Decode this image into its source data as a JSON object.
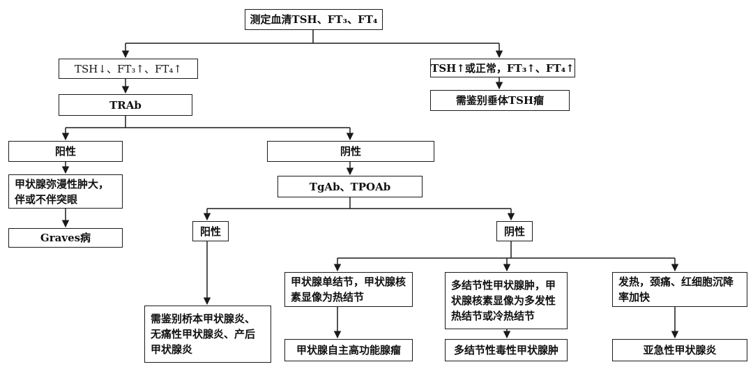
{
  "nodes": {
    "root": "测定血清TSH、FT₃、FT₄",
    "left1": "TSH↓、FT₃↑、FT₄↑",
    "right1": "TSH↑或正常，FT₃↑、FT₄↑",
    "right2": "需鉴别垂体TSH瘤",
    "trab": "TRAb",
    "trab_pos": "阳性",
    "trab_neg": "阴性",
    "diffuse": "甲状腺弥漫性肿大，伴或不伴突眼",
    "graves": "Graves病",
    "tgab": "TgAb、TPOAb",
    "tg_pos": "阳性",
    "tg_neg": "阴性",
    "hashimoto": "需鉴别桥本甲状腺炎、无痛性甲状腺炎、产后甲状腺炎",
    "single": "甲状腺单结节，甲状腺核素显像为热结节",
    "adenoma": "甲状腺自主高功能腺瘤",
    "multi": "多结节性甲状腺肿，甲状腺核素显像为多发性热结节或冷热结节",
    "toxic": "多结节性毒性甲状腺肿",
    "fever": "发热，颈痛、红细胞沉降率加快",
    "subacute": "亚急性甲状腺炎"
  }
}
